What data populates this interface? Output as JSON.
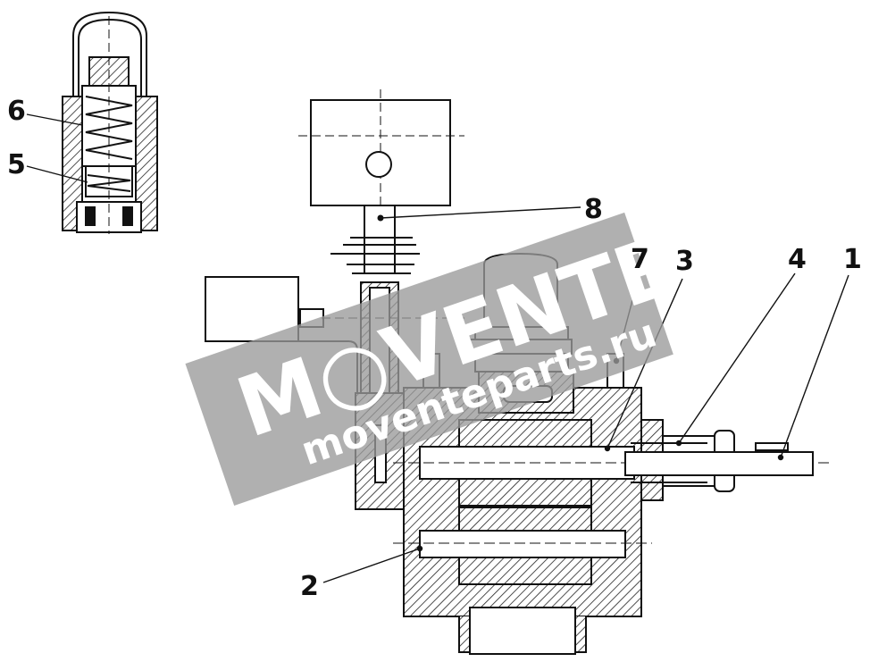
{
  "callouts": {
    "c1": "1",
    "c2": "2",
    "c3": "3",
    "c4": "4",
    "c5": "5",
    "c6": "6",
    "c7": "7",
    "c8": "8"
  },
  "watermark": {
    "brand": "M○VENTE",
    "domain": "moventeparts.ru"
  },
  "colors": {
    "ink": "#111111",
    "watermark_band": "#9a9a9a"
  }
}
